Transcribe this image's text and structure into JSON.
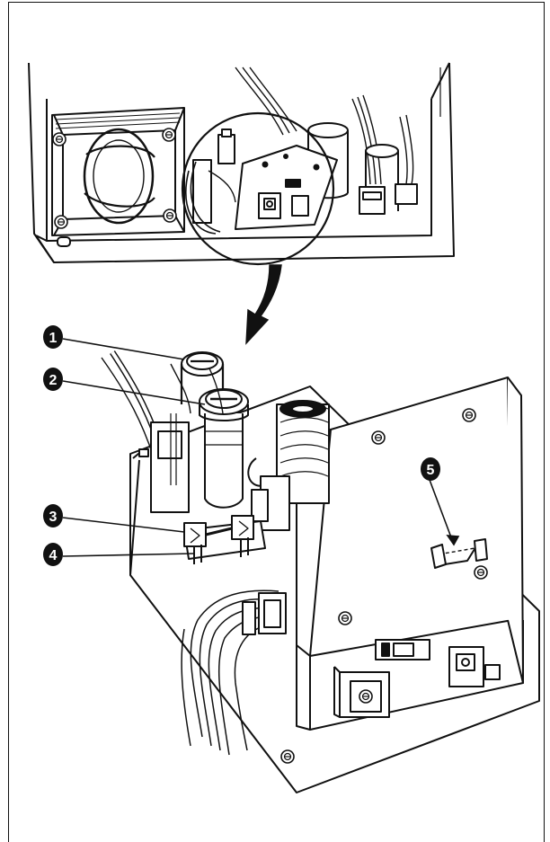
{
  "figure": {
    "callouts": [
      {
        "id": 1,
        "label": "1"
      },
      {
        "id": 2,
        "label": "2"
      },
      {
        "id": 3,
        "label": "3"
      },
      {
        "id": 4,
        "label": "4"
      },
      {
        "id": 5,
        "label": "5"
      }
    ]
  }
}
